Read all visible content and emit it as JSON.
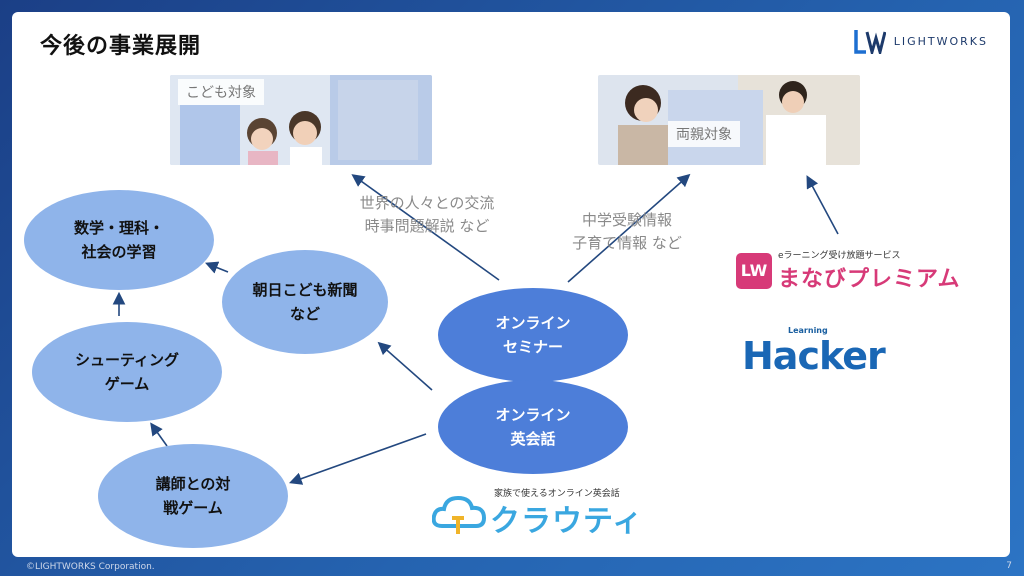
{
  "slide": {
    "title": "今後の事業展開"
  },
  "brand": {
    "name": "LIGHTWORKS",
    "mark": "LW"
  },
  "photos": {
    "children_label": "こども対象",
    "parents_label": "両親対象"
  },
  "bubbles": {
    "math": [
      "数学・理科・",
      "社会の学習"
    ],
    "shooting": [
      "シューティング",
      "ゲーム"
    ],
    "battle": [
      "講師との対",
      "戦ゲーム"
    ],
    "newspaper": [
      "朝日こども新聞",
      "など"
    ],
    "seminar": [
      "オンライン",
      "セミナー"
    ],
    "english": [
      "オンライン",
      "英会話"
    ]
  },
  "notes": {
    "children": [
      "世界の人々との交流",
      "時事問題解説 など"
    ],
    "parents": [
      "中学受験情報",
      "子育て情報 など"
    ]
  },
  "logos": {
    "manabi_icon": "LW",
    "manabi_sub": "eラーニング受け放題サービス",
    "manabi_main": "まなびプレミアム",
    "hacker_small": "Learning",
    "hacker_main": "Hacker",
    "kura_sub": "家族で使えるオンライン英会話",
    "kura_main": "クラウティ"
  },
  "footer": {
    "copyright": "©LIGHTWORKS Corporation.",
    "page": "7"
  },
  "colors": {
    "bubble_light": "#8fb4ea",
    "bubble_dark": "#4d7ed9",
    "arrow": "#23487f",
    "accent_pink": "#d73a78",
    "accent_blue": "#1a67b5"
  }
}
